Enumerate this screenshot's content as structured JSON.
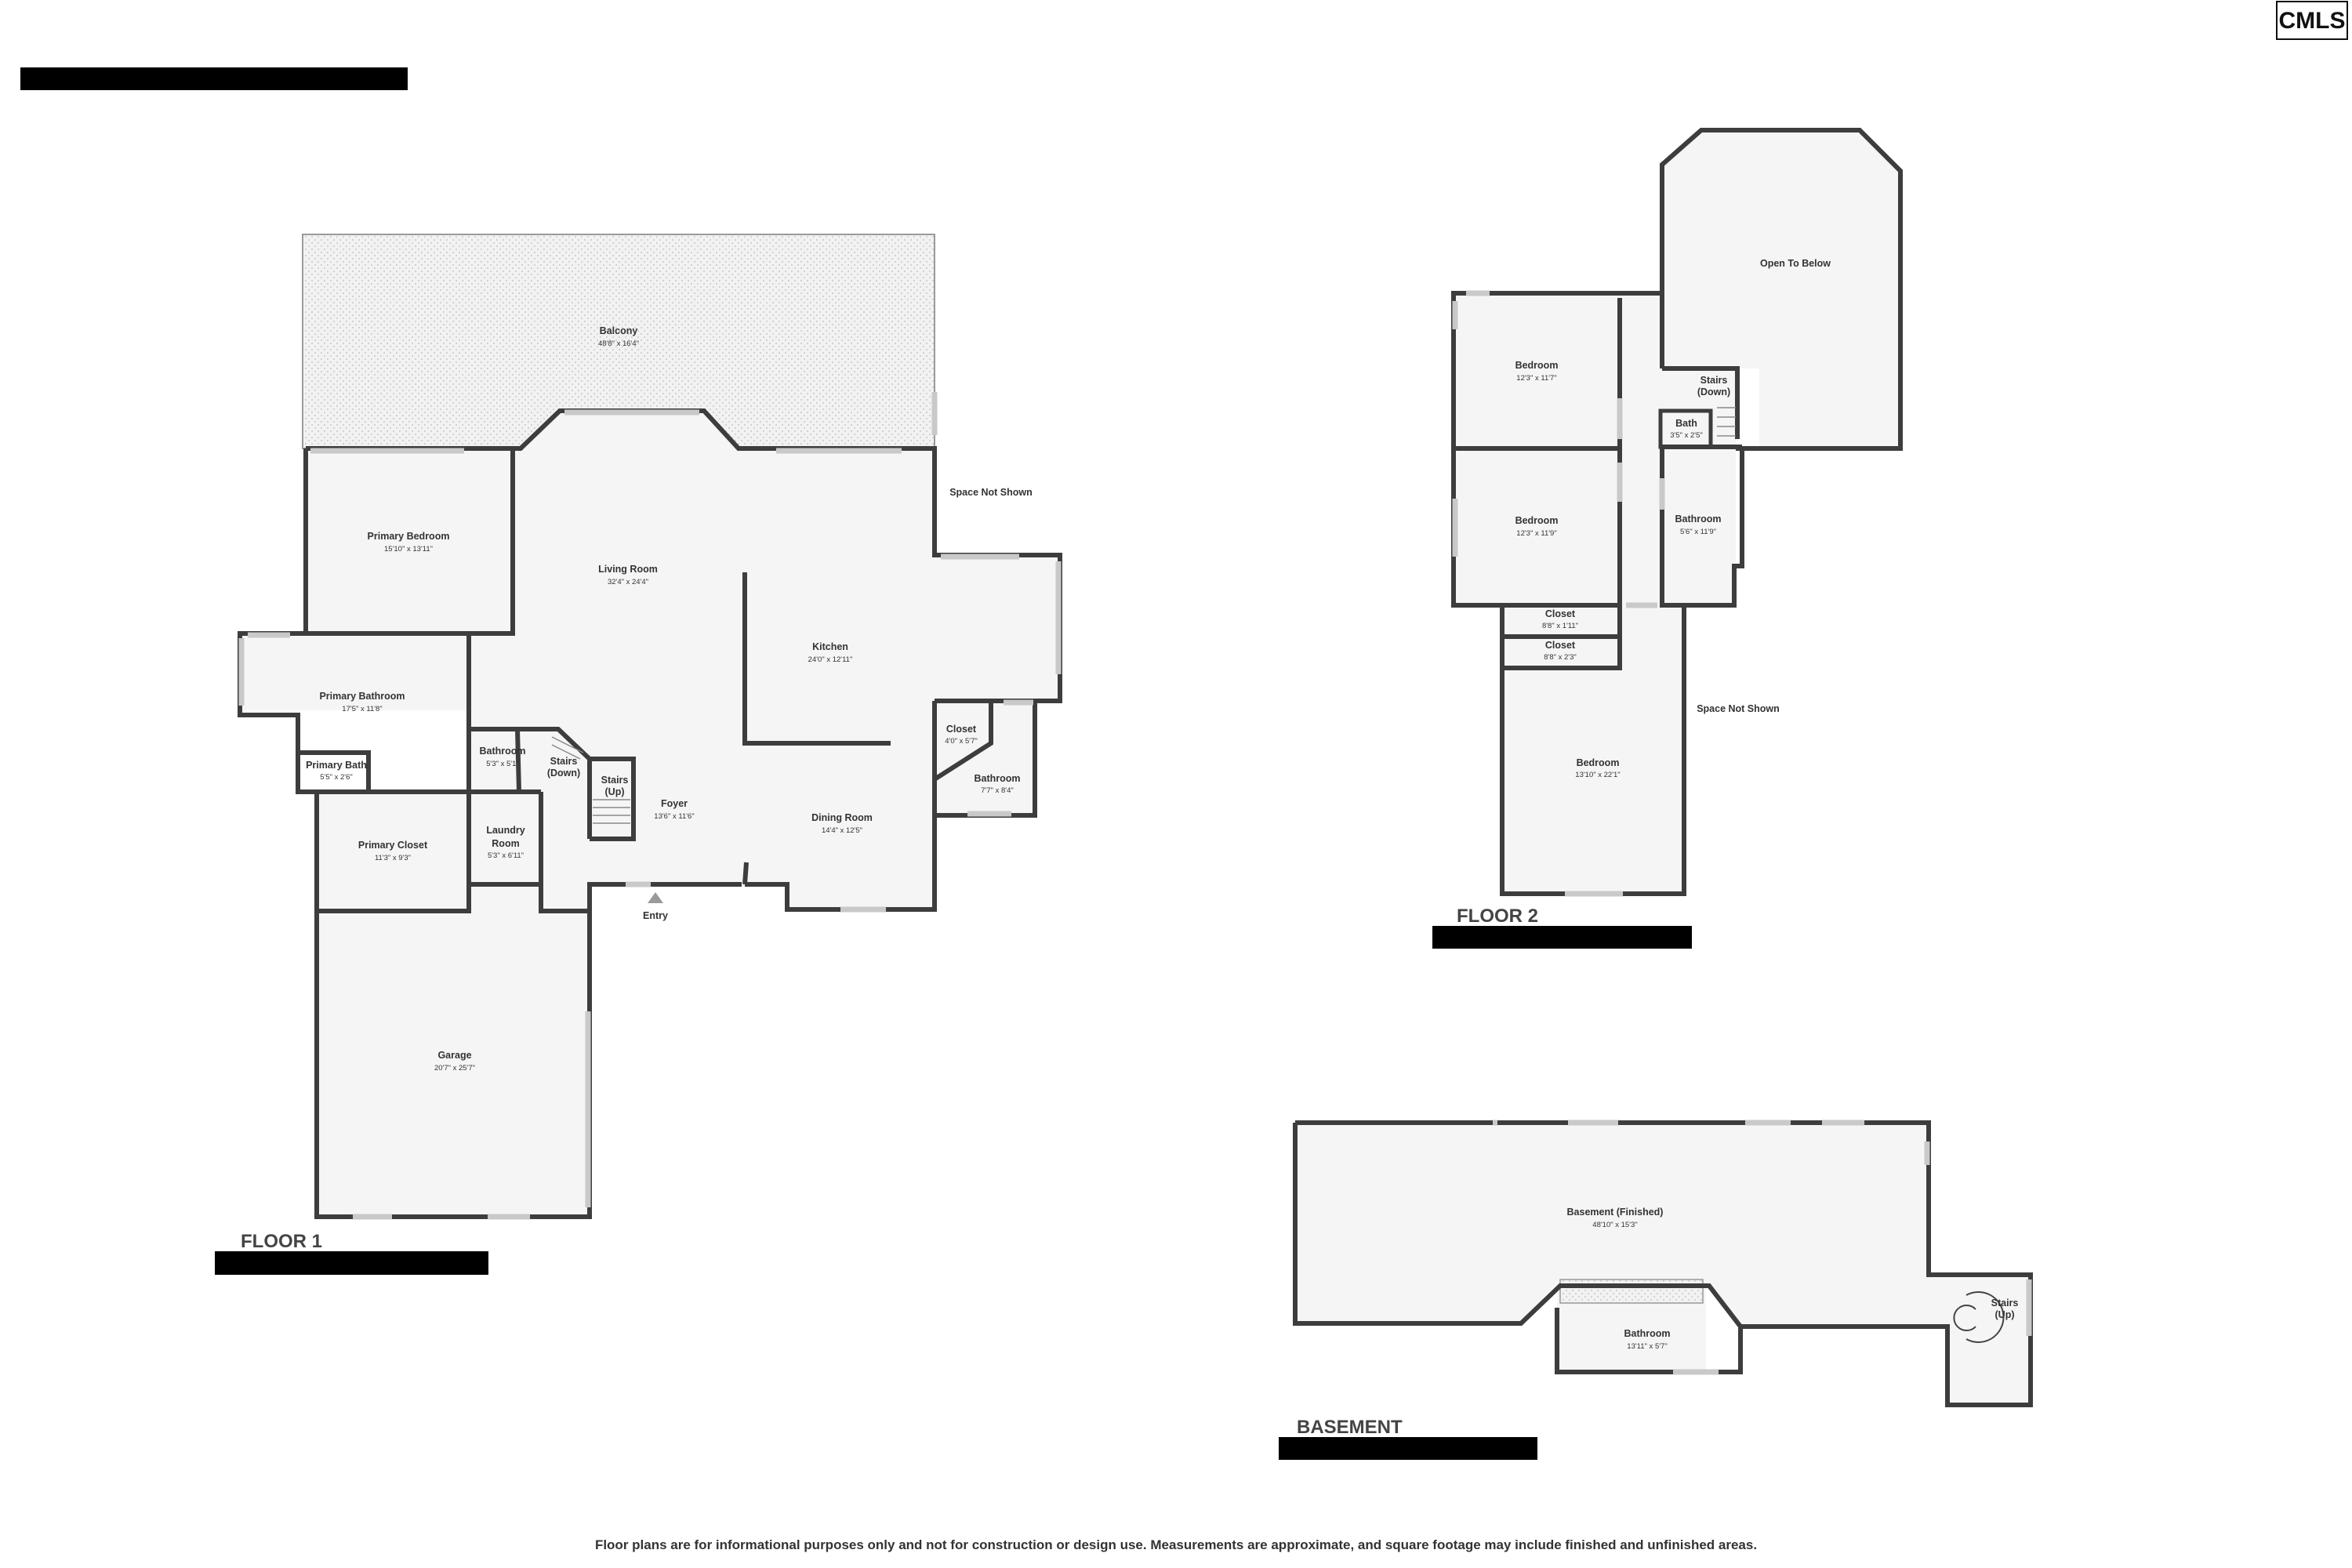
{
  "logo": "CMLS",
  "floors": {
    "floor1": "FLOOR 1",
    "floor2": "FLOOR 2",
    "basement": "BASEMENT"
  },
  "rooms": {
    "balcony": {
      "name": "Balcony",
      "dim": "48'8\" x 16'4\""
    },
    "primary_bedroom": {
      "name": "Primary Bedroom",
      "dim": "15'10\" x 13'11\""
    },
    "living_room": {
      "name": "Living Room",
      "dim": "32'4\" x 24'4\""
    },
    "kitchen": {
      "name": "Kitchen",
      "dim": "24'0\" x 12'11\""
    },
    "primary_bathroom": {
      "name": "Primary Bathroom",
      "dim": "17'5\" x 11'8\""
    },
    "bathroom_f1": {
      "name": "Bathroom",
      "dim": "5'3\" x 5'1\""
    },
    "stairs_down_f1": {
      "name": "Stairs (Down)"
    },
    "stairs_up_f1": {
      "name": "Stairs (Up)"
    },
    "primary_bath": {
      "name": "Primary Bath",
      "dim": "5'5\" x 2'6\""
    },
    "closet_f1": {
      "name": "Closet",
      "dim": "4'0\" x 5'7\""
    },
    "bathroom_f1_b": {
      "name": "Bathroom",
      "dim": "7'7\" x 8'4\""
    },
    "foyer": {
      "name": "Foyer",
      "dim": "13'6\" x 11'6\""
    },
    "dining_room": {
      "name": "Dining Room",
      "dim": "14'4\" x 12'5\""
    },
    "laundry_room": {
      "name": "Laundry Room",
      "dim": "5'3\" x 6'11\""
    },
    "primary_closet": {
      "name": "Primary Closet",
      "dim": "11'3\" x 9'3\""
    },
    "garage": {
      "name": "Garage",
      "dim": "20'7\" x 25'7\""
    },
    "entry": {
      "name": "Entry"
    },
    "space_not_shown_f1": {
      "name": "Space Not Shown"
    },
    "open_to_below": {
      "name": "Open To Below"
    },
    "bedroom_1": {
      "name": "Bedroom",
      "dim": "12'3\" x 11'7\""
    },
    "stairs_down_f2": {
      "name": "Stairs (Down)"
    },
    "bath_f2": {
      "name": "Bath",
      "dim": "3'5\" x 2'5\""
    },
    "bedroom_2": {
      "name": "Bedroom",
      "dim": "12'3\" x 11'9\""
    },
    "bathroom_f2": {
      "name": "Bathroom",
      "dim": "5'6\" x 11'9\""
    },
    "closet_f2_a": {
      "name": "Closet",
      "dim": "8'8\" x 1'11\""
    },
    "closet_f2_b": {
      "name": "Closet",
      "dim": "8'8\" x 2'3\""
    },
    "space_not_shown_f2": {
      "name": "Space Not Shown"
    },
    "bedroom_3": {
      "name": "Bedroom",
      "dim": "13'10\" x 22'1\""
    },
    "basement": {
      "name": "Basement (Finished)",
      "dim": "48'10\" x 15'3\""
    },
    "bathroom_bsmt": {
      "name": "Bathroom",
      "dim": "13'11\" x 5'7\""
    },
    "stairs_up_bsmt": {
      "name": "Stairs (Up)"
    }
  },
  "disclaimer": "Floor plans are for informational purposes only and not for construction or design use. Measurements are approximate, and square footage may include finished and unfinished areas."
}
